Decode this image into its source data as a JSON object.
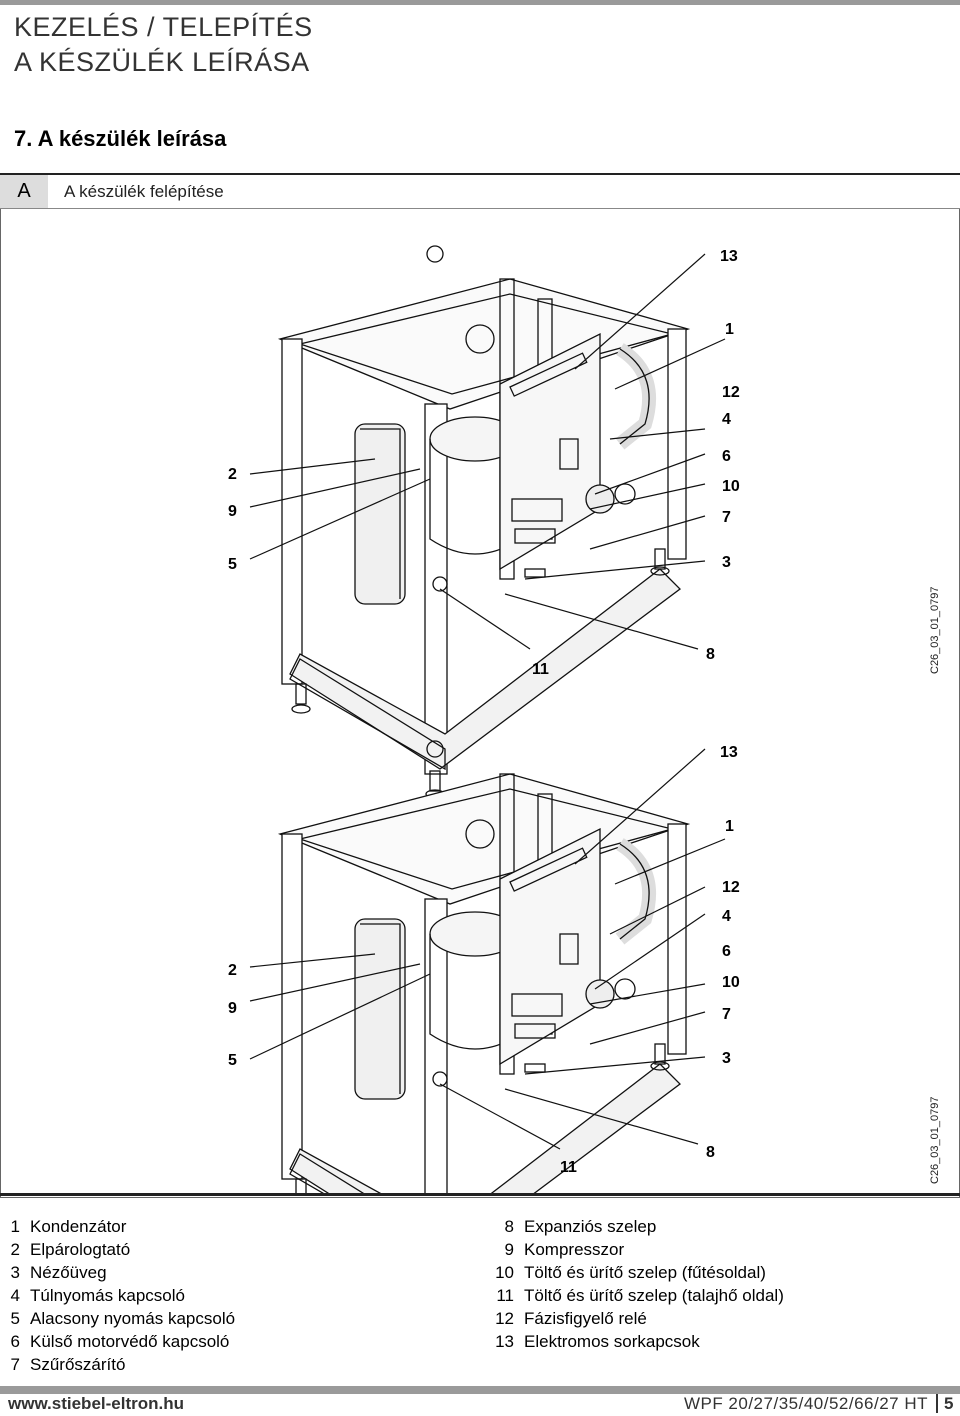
{
  "header": {
    "title_line1": "KEZELÉS / TELEPÍTÉS",
    "title_line2": "A KÉSZÜLÉK LEÍRÁSA"
  },
  "section": {
    "title": "7. A készülék leírása"
  },
  "figure": {
    "letter": "A",
    "title": "A készülék felépítése",
    "code_top": "C26_03_01_0797",
    "code_bottom": "C26_03_01_0797",
    "callouts": {
      "c1": "1",
      "c2": "2",
      "c3": "3",
      "c4": "4",
      "c5": "5",
      "c6": "6",
      "c7": "7",
      "c8": "8",
      "c9": "9",
      "c10": "10",
      "c11": "11",
      "c12": "12",
      "c13": "13"
    }
  },
  "legend_left": [
    {
      "num": "1",
      "label": "Kondenzátor"
    },
    {
      "num": "2",
      "label": "Elpárologtató"
    },
    {
      "num": "3",
      "label": "Nézőüveg"
    },
    {
      "num": "4",
      "label": "Túlnyomás kapcsoló"
    },
    {
      "num": "5",
      "label": "Alacsony nyomás kapcsoló"
    },
    {
      "num": "6",
      "label": "Külső motorvédő kapcsoló"
    },
    {
      "num": "7",
      "label": "Szűrőszárító"
    }
  ],
  "legend_right": [
    {
      "num": "8",
      "label": "Expanziós szelep"
    },
    {
      "num": "9",
      "label": "Kompresszor"
    },
    {
      "num": "10",
      "label": "Töltő és ürítő szelep (fűtésoldal)"
    },
    {
      "num": "11",
      "label": "Töltő és ürítő szelep (talajhő oldal)"
    },
    {
      "num": "12",
      "label": "Fázisfigyelő relé"
    },
    {
      "num": "13",
      "label": "Elektromos sorkapcsok"
    }
  ],
  "footer": {
    "website": "www.stiebel-eltron.hu",
    "model": "WPF 20/27/35/40/52/66/27 HT",
    "page": "5"
  }
}
